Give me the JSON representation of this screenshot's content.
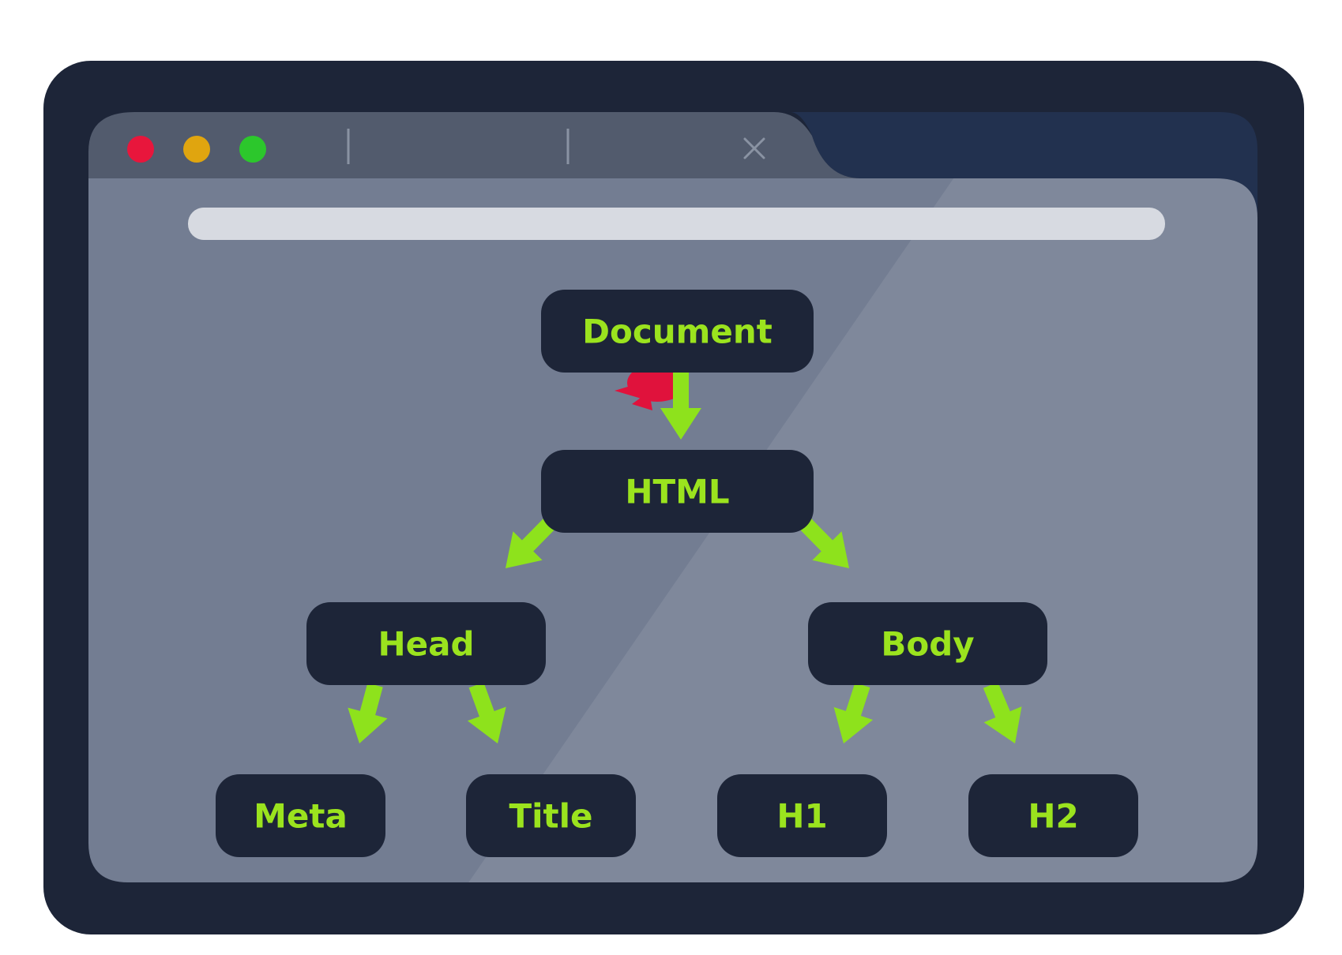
{
  "window": {
    "traffic_lights": [
      "#e8163c",
      "#e0a50f",
      "#2cc72c"
    ],
    "frame_color": "#1d2538",
    "tabbar_color": "#525b6d",
    "content_color": "#737d92",
    "addressbar_color": "#d7dae1",
    "close_icon": "close-icon"
  },
  "diagram": {
    "node_color": "#1d2538",
    "text_color": "#9be31e",
    "arrow_color": "#8ee21c",
    "nodes": [
      {
        "id": "document",
        "label": "Document"
      },
      {
        "id": "html",
        "label": "HTML"
      },
      {
        "id": "head",
        "label": "Head"
      },
      {
        "id": "body",
        "label": "Body"
      },
      {
        "id": "meta",
        "label": "Meta"
      },
      {
        "id": "title",
        "label": "Title"
      },
      {
        "id": "h1",
        "label": "H1"
      },
      {
        "id": "h2",
        "label": "H2"
      }
    ],
    "edges": [
      {
        "from": "document",
        "to": "html"
      },
      {
        "from": "html",
        "to": "head"
      },
      {
        "from": "html",
        "to": "body"
      },
      {
        "from": "head",
        "to": "meta"
      },
      {
        "from": "head",
        "to": "title"
      },
      {
        "from": "body",
        "to": "h1"
      },
      {
        "from": "body",
        "to": "h2"
      }
    ]
  }
}
